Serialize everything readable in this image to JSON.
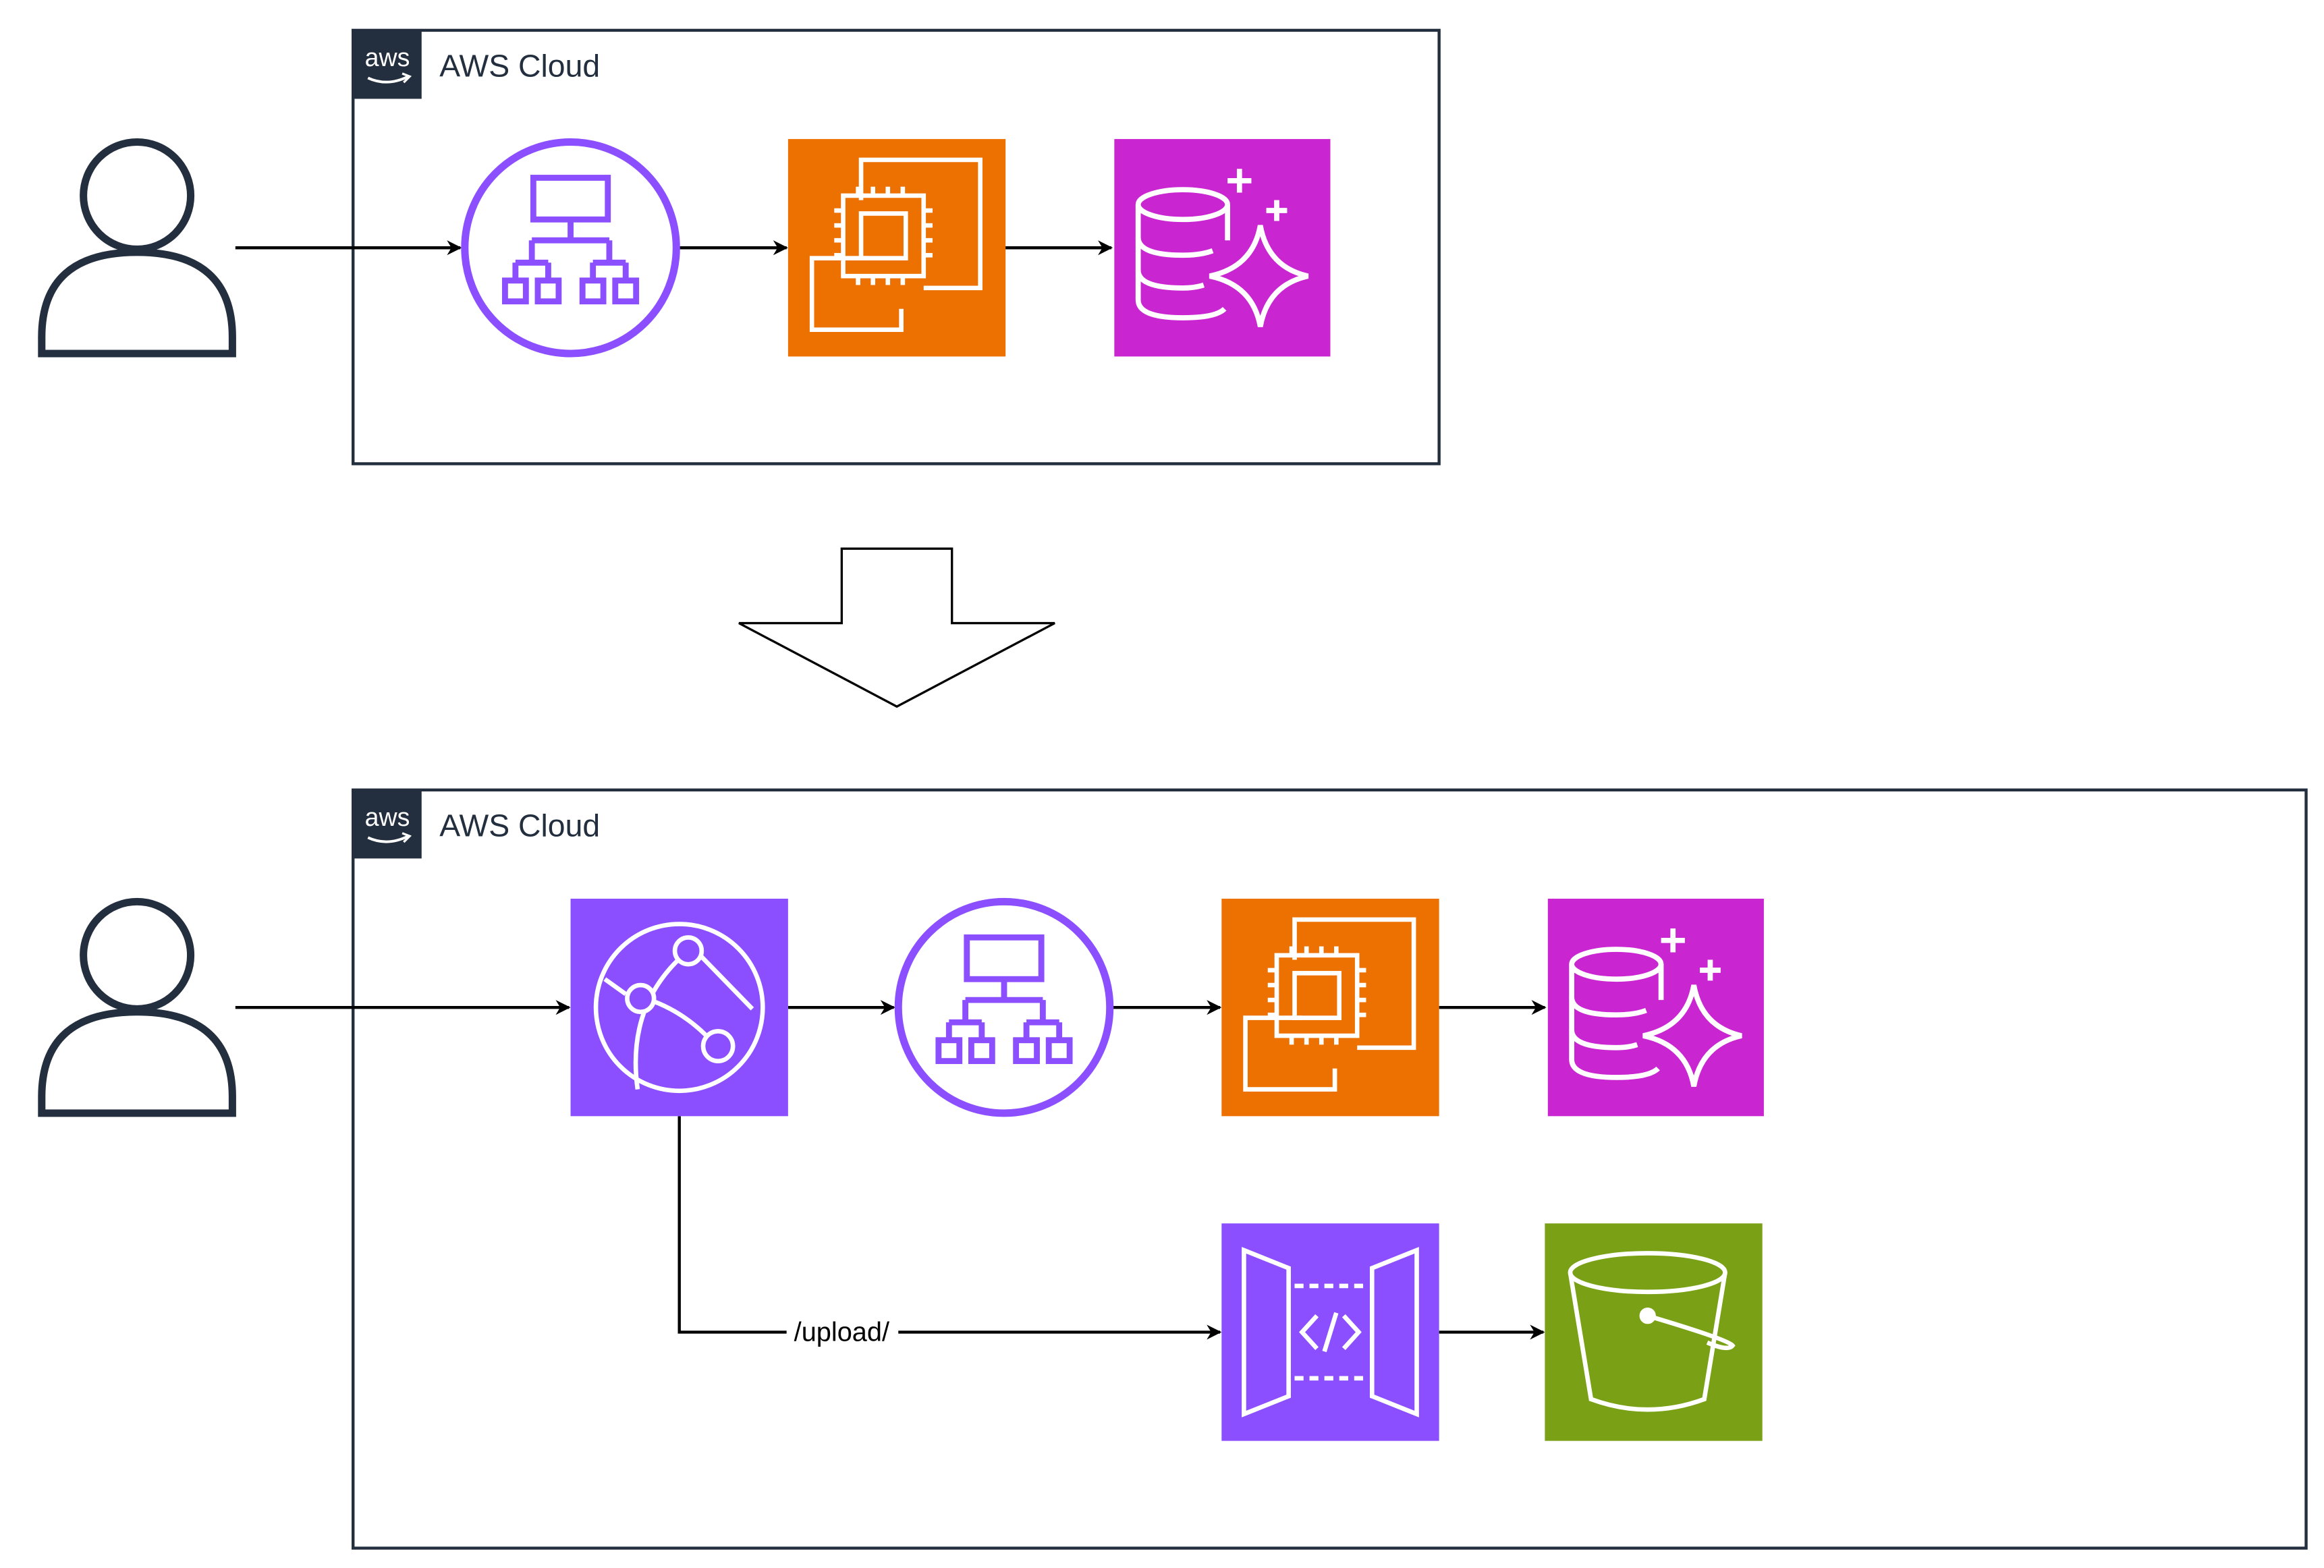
{
  "diagram": {
    "before": {
      "cloud_label": "AWS Cloud",
      "aws_logo_text": "aws"
    },
    "after": {
      "cloud_label": "AWS Cloud",
      "aws_logo_text": "aws",
      "upload_path_label": "/upload/"
    }
  },
  "colors": {
    "line": "#000000",
    "icon_dark": "#232f3e",
    "elb_purple": "#8c4fff",
    "ec2_orange": "#ed7100",
    "aurora_magenta": "#c925d1",
    "cloudfront_purple": "#8c4fff",
    "apigw_purple": "#8c4fff",
    "s3_green": "#7aa116"
  },
  "icons": {
    "user": "user-icon",
    "elb": "elastic-load-balancing-icon",
    "ec2": "ec2-icon",
    "aurora": "aurora-icon",
    "cloudfront": "cloudfront-icon",
    "api_gateway": "api-gateway-icon",
    "s3": "s3-bucket-icon",
    "transition": "down-arrow-icon"
  }
}
